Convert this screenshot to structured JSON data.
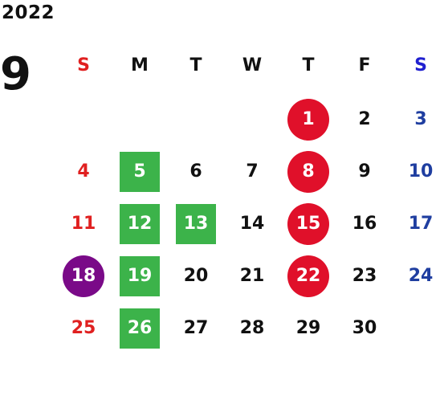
{
  "calendar": {
    "year": "2022",
    "month": "9",
    "weekdays": [
      "S",
      "M",
      "T",
      "W",
      "T",
      "F",
      "S"
    ],
    "weeks": [
      [
        "",
        "",
        "",
        "",
        "1",
        "2",
        "3"
      ],
      [
        "4",
        "5",
        "6",
        "7",
        "8",
        "9",
        "10"
      ],
      [
        "11",
        "12",
        "13",
        "14",
        "15",
        "16",
        "17"
      ],
      [
        "18",
        "19",
        "20",
        "21",
        "22",
        "23",
        "24"
      ],
      [
        "25",
        "26",
        "27",
        "28",
        "29",
        "30",
        ""
      ]
    ],
    "highlights": {
      "1": "red",
      "8": "red",
      "15": "red",
      "22": "red",
      "18": "purple",
      "5": "green",
      "12": "green",
      "13": "green",
      "19": "green",
      "26": "green"
    },
    "colors": {
      "sunday_text": "#e02020",
      "saturday_text": "#1f3ea0",
      "saturday_header": "#2020d0",
      "red_highlight": "#e0102a",
      "purple_highlight": "#7a0a88",
      "green_highlight": "#3cb34a"
    }
  }
}
